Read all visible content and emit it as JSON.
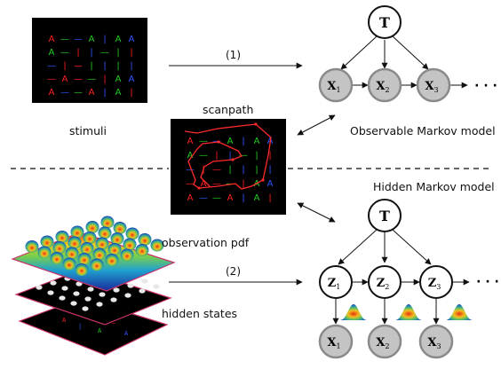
{
  "labels": {
    "stimuli": "stimuli",
    "scanpath": "scanpath",
    "observable_model": "Observable Markov model",
    "hidden_model": "Hidden Markov model",
    "observation_pdf": "observation pdf",
    "hidden_states": "hidden states",
    "arrow1": "(1)",
    "arrow2": "(2)"
  },
  "observable_model": {
    "root": {
      "letter": "T"
    },
    "nodes": [
      {
        "letter": "X",
        "sub": "1"
      },
      {
        "letter": "X",
        "sub": "2"
      },
      {
        "letter": "X",
        "sub": "3"
      }
    ],
    "ellipsis": "· · ·"
  },
  "hidden_model": {
    "root": {
      "letter": "T"
    },
    "states": [
      {
        "letter": "Z",
        "sub": "1"
      },
      {
        "letter": "Z",
        "sub": "2"
      },
      {
        "letter": "Z",
        "sub": "3"
      }
    ],
    "observations": [
      {
        "letter": "X",
        "sub": "1"
      },
      {
        "letter": "X",
        "sub": "2"
      },
      {
        "letter": "X",
        "sub": "3"
      }
    ],
    "ellipsis": "· · ·"
  },
  "stimulus_grid": [
    [
      [
        "A",
        "#ff2020"
      ],
      [
        "—",
        "#22cc22"
      ],
      [
        "—",
        "#3355ff"
      ],
      [
        "A",
        "#22cc22"
      ],
      [
        "|",
        "#3355ff"
      ],
      [
        "A",
        "#22cc22"
      ],
      [
        "A",
        "#3355ff"
      ]
    ],
    [
      [
        "A",
        "#22cc22"
      ],
      [
        "—",
        "#22cc22"
      ],
      [
        "|",
        "#ff2020"
      ],
      [
        "|",
        "#3355ff"
      ],
      [
        "—",
        "#22cc22"
      ],
      [
        "|",
        "#22cc22"
      ],
      [
        "|",
        "#ff2020"
      ]
    ],
    [
      [
        "—",
        "#3355ff"
      ],
      [
        "|",
        "#ff2020"
      ],
      [
        "—",
        "#ff2020"
      ],
      [
        "|",
        "#22cc22"
      ],
      [
        "|",
        "#3355ff"
      ],
      [
        "|",
        "#22cc22"
      ],
      [
        "|",
        "#3355ff"
      ]
    ],
    [
      [
        "—",
        "#ff2020"
      ],
      [
        "A",
        "#ff2020"
      ],
      [
        "—",
        "#ff2020"
      ],
      [
        "—",
        "#22cc22"
      ],
      [
        "|",
        "#ff2020"
      ],
      [
        "A",
        "#22cc22"
      ],
      [
        "A",
        "#3355ff"
      ]
    ],
    [
      [
        "A",
        "#ff2020"
      ],
      [
        "—",
        "#3355ff"
      ],
      [
        "—",
        "#22cc22"
      ],
      [
        "A",
        "#ff2020"
      ],
      [
        "|",
        "#3355ff"
      ],
      [
        "A",
        "#22cc22"
      ],
      [
        "|",
        "#ff2020"
      ]
    ]
  ],
  "colors": {
    "node_fill": "#c4c4c4",
    "node_stroke": "#8a8a8a",
    "scanpath": "#ff2a2a",
    "divider": "#666666"
  }
}
